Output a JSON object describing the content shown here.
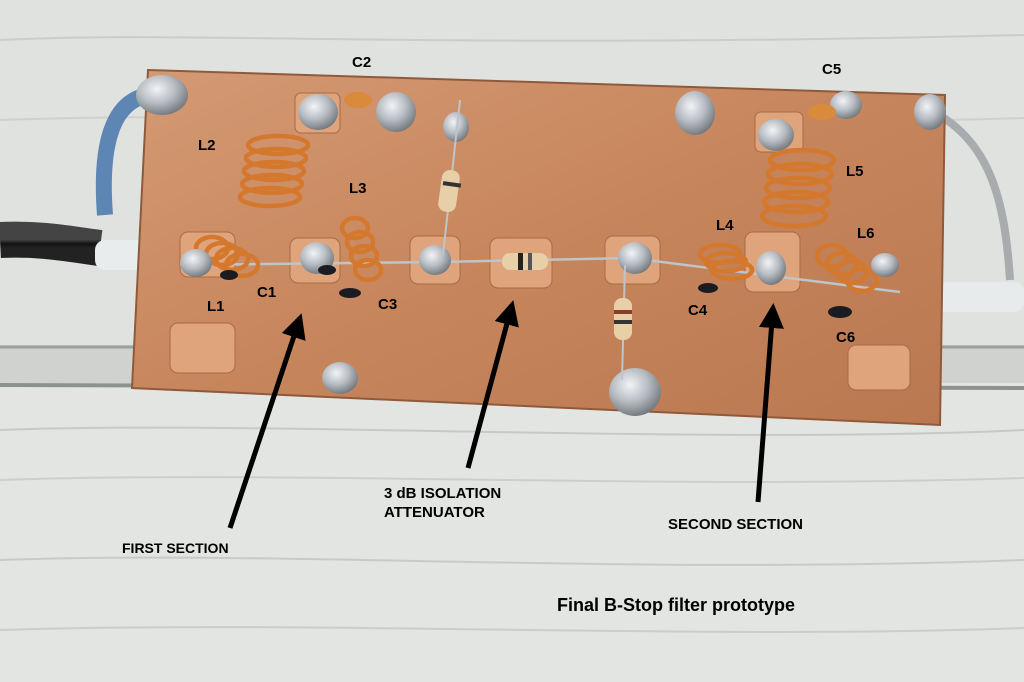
{
  "caption": "Final B-Stop filter prototype",
  "components": {
    "L1": "L1",
    "L2": "L2",
    "L3": "L3",
    "L4": "L4",
    "L5": "L5",
    "L6": "L6",
    "C1": "C1",
    "C2": "C2",
    "C3": "C3",
    "C4": "C4",
    "C5": "C5",
    "C6": "C6"
  },
  "annotations": {
    "first_section": "FIRST SECTION",
    "attenuator_line1": "3 dB ISOLATION",
    "attenuator_line2": "ATTENUATOR",
    "second_section": "SECOND SECTION"
  },
  "colors": {
    "board": "#c98a62",
    "wood": "#dde0dc",
    "coil": "#d4782e",
    "solder": "#b9bec4",
    "arrow": "#000000"
  }
}
